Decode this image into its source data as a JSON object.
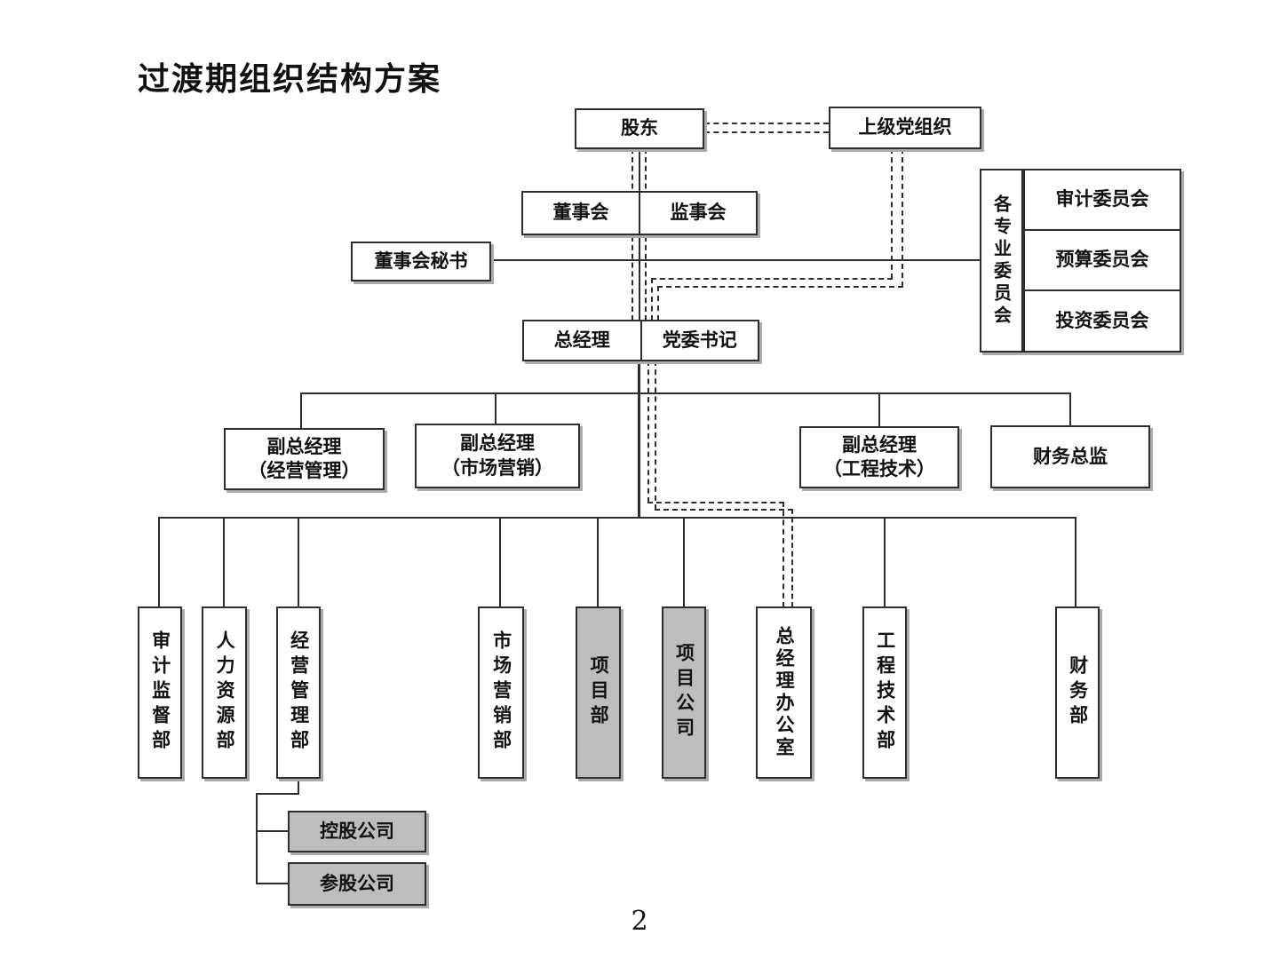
{
  "title": "过渡期组织结构方案",
  "page_number": "2",
  "colors": {
    "line": "#2e2e2e",
    "box_border": "#2e2e2e",
    "highlight_fill": "#bdbdbd",
    "box_fill": "#ffffff"
  },
  "nodes": {
    "shareholder": {
      "label": "股东"
    },
    "superior_party": {
      "label": "上级党组织"
    },
    "board": {
      "label": "董事会"
    },
    "supervisory_board": {
      "label": "监事会"
    },
    "board_secretary": {
      "label": "董事会秘书"
    },
    "committees_group": {
      "label": "各专业委员会",
      "items": [
        {
          "label": "审计委员会"
        },
        {
          "label": "预算委员会"
        },
        {
          "label": "投资委员会"
        }
      ]
    },
    "general_manager": {
      "label": "总经理"
    },
    "party_secretary": {
      "label": "党委书记"
    },
    "vice_presidents": [
      {
        "line1": "副总经理",
        "line2": "（经营管理）"
      },
      {
        "line1": "副总经理",
        "line2": "（市场营销）"
      },
      {
        "line1": "副总经理",
        "line2": "（工程技术）"
      },
      {
        "line1": "财务总监",
        "line2": ""
      }
    ],
    "departments": [
      {
        "label": "审计监督部",
        "highlighted": false
      },
      {
        "label": "人力资源部",
        "highlighted": false
      },
      {
        "label": "经营管理部",
        "highlighted": false
      },
      {
        "label": "市场营销部",
        "highlighted": false
      },
      {
        "label": "项目部",
        "highlighted": true
      },
      {
        "label": "项目公司",
        "highlighted": true
      },
      {
        "label": "总经理办公室",
        "highlighted": false
      },
      {
        "label": "工程技术部",
        "highlighted": false
      },
      {
        "label": "财务部",
        "highlighted": false
      }
    ],
    "subsidiaries": [
      {
        "label": "控股公司",
        "highlighted": true
      },
      {
        "label": "参股公司",
        "highlighted": true
      }
    ]
  }
}
